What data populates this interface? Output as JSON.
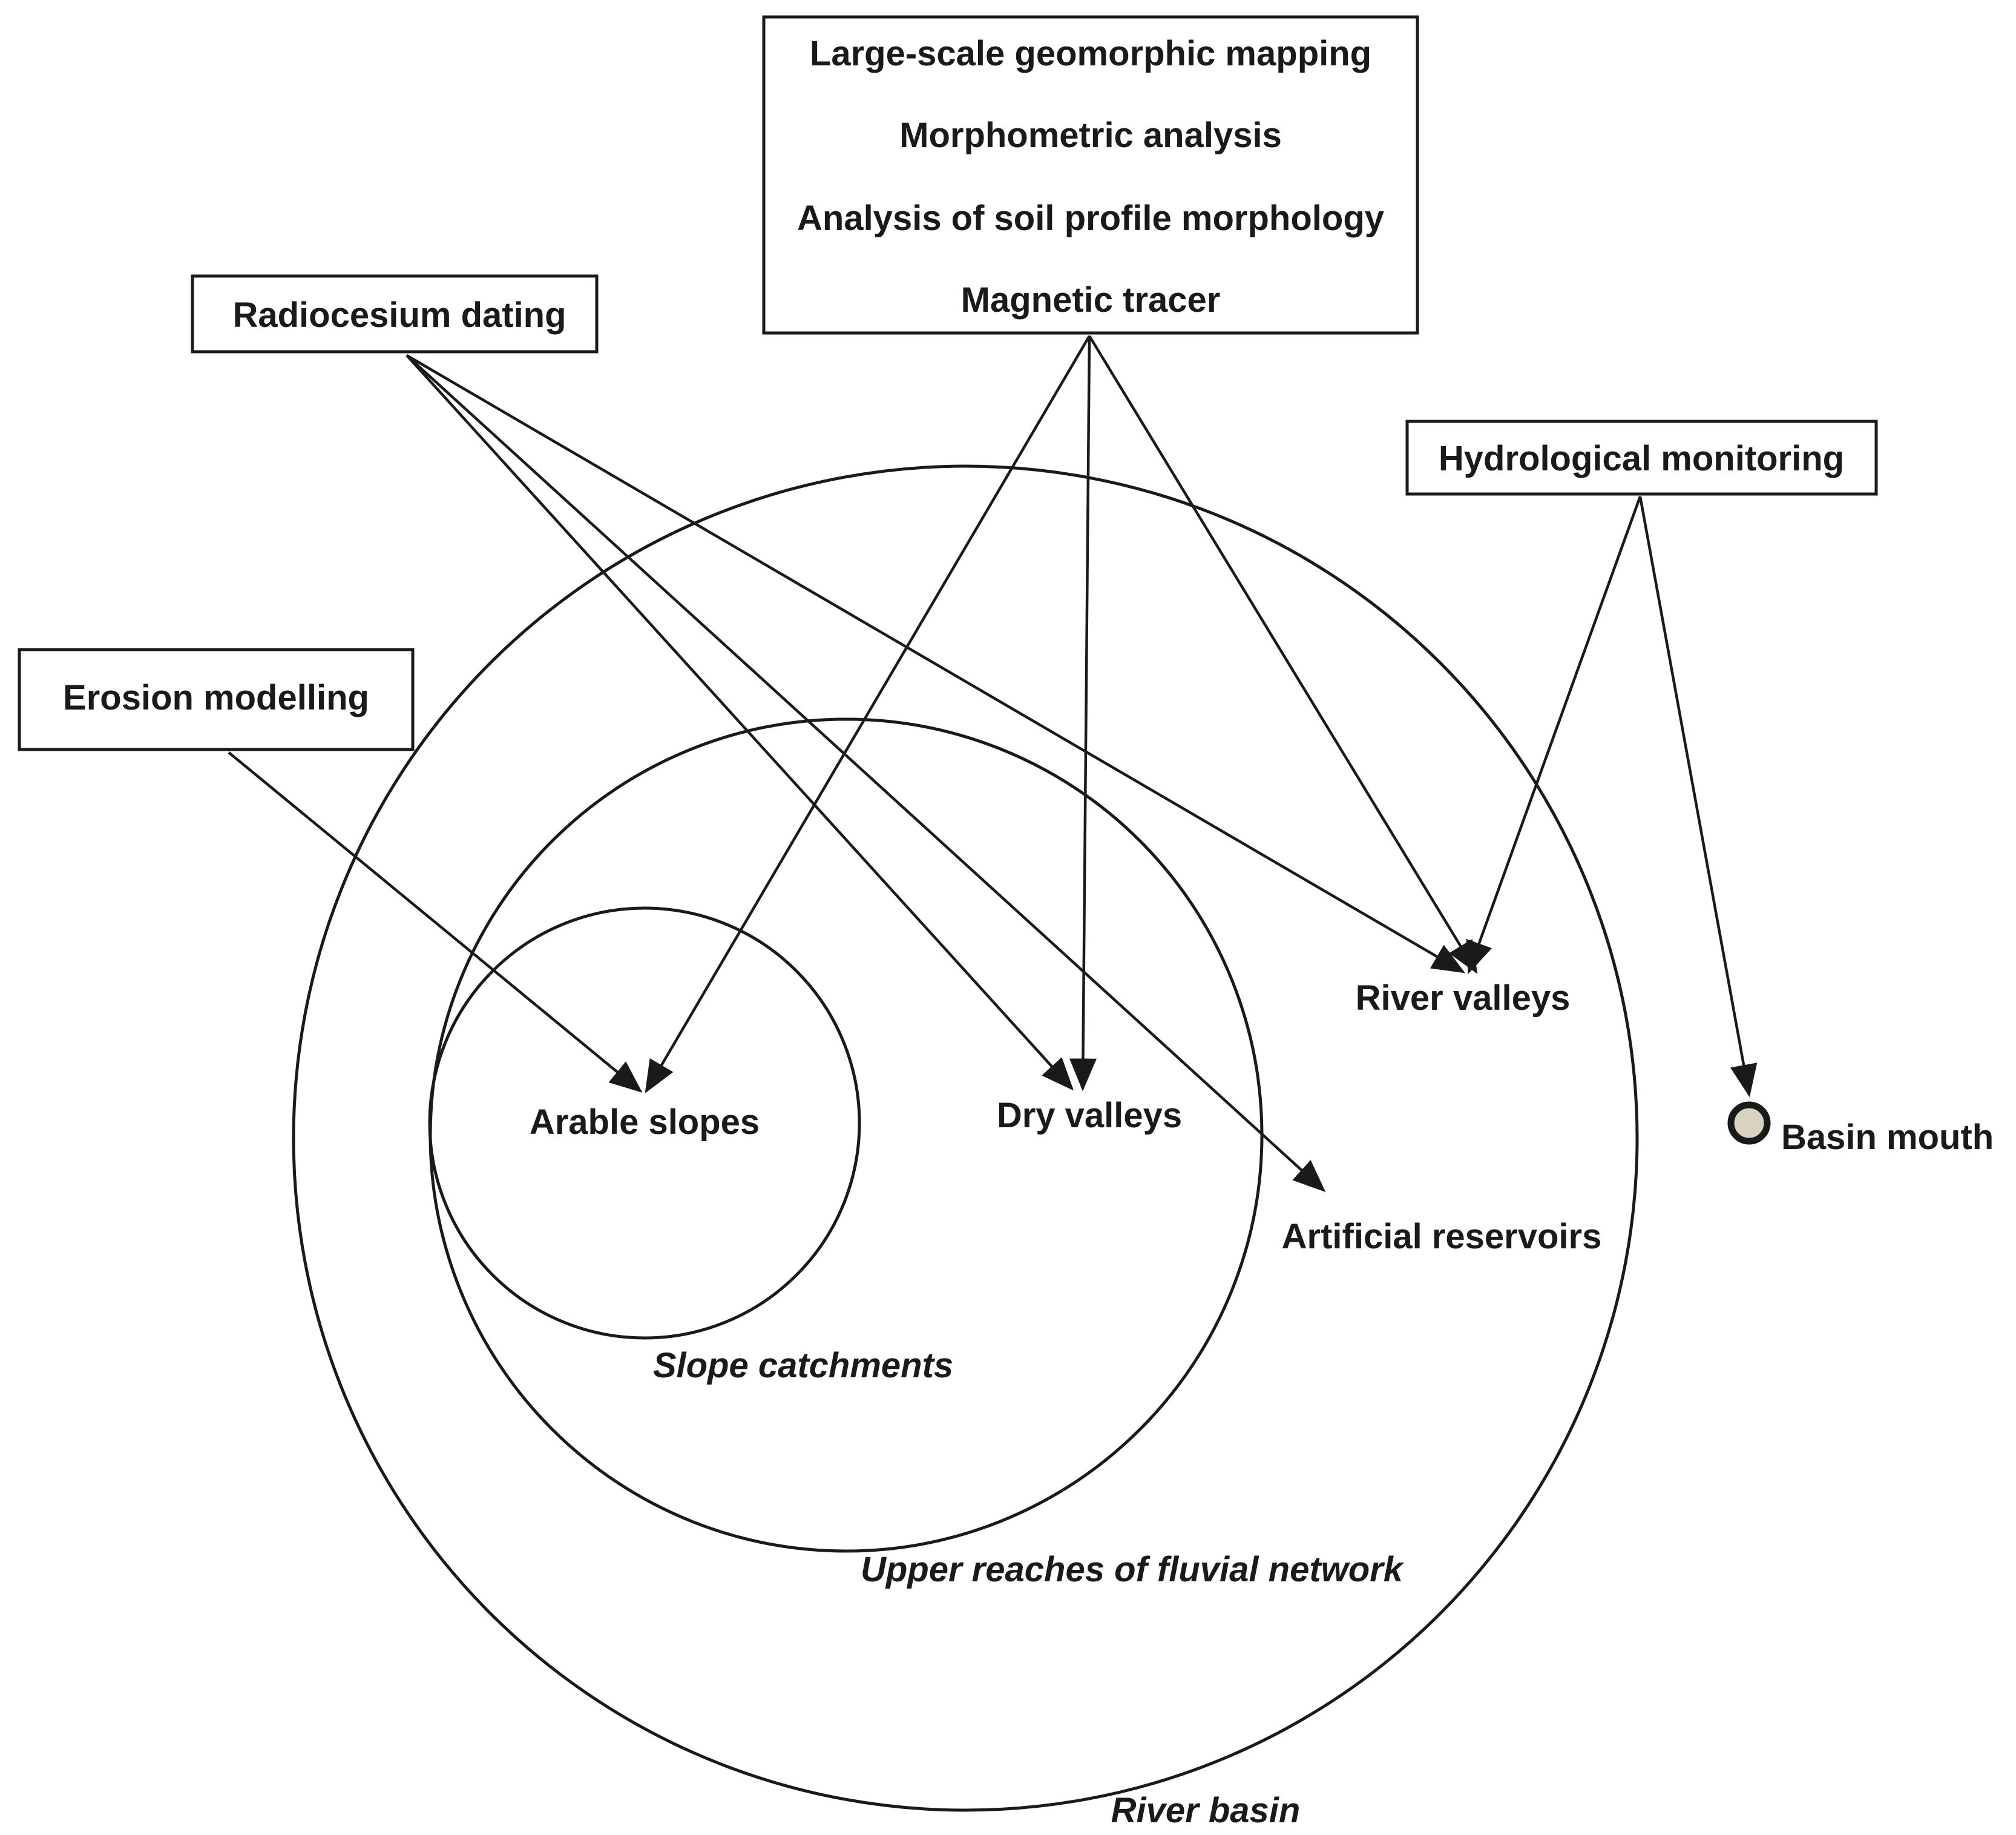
{
  "boxes": {
    "methods_top": {
      "lines": [
        "Large-scale geomorphic mapping",
        "Morphometric analysis",
        "Analysis of soil profile morphology",
        "Magnetic tracer"
      ]
    },
    "radiocesium": {
      "label": "Radiocesium dating"
    },
    "hydrological": {
      "label": "Hydrological monitoring"
    },
    "erosion": {
      "label": "Erosion modelling"
    }
  },
  "nodes": {
    "arable_slopes": "Arable slopes",
    "dry_valleys": "Dry valleys",
    "river_valleys": "River valleys",
    "artificial_reservoirs": "Artificial reservoirs",
    "basin_mouth": "Basin mouth"
  },
  "zones": {
    "slope_catchments": "Slope catchments",
    "upper_reaches": "Upper reaches of fluvial network",
    "river_basin": "River basin"
  },
  "connections": [
    {
      "from": "methods_top",
      "to": "arable_slopes"
    },
    {
      "from": "methods_top",
      "to": "dry_valleys"
    },
    {
      "from": "methods_top",
      "to": "river_valleys"
    },
    {
      "from": "radiocesium",
      "to": "dry_valleys"
    },
    {
      "from": "radiocesium",
      "to": "artificial_reservoirs"
    },
    {
      "from": "radiocesium",
      "to": "river_valleys"
    },
    {
      "from": "hydrological",
      "to": "river_valleys"
    },
    {
      "from": "hydrological",
      "to": "basin_mouth"
    },
    {
      "from": "erosion",
      "to": "arable_slopes"
    }
  ],
  "colors": {
    "stroke": "#1a1a1a",
    "text": "#1a1a1a",
    "mouth_fill": "#d8d2c0"
  }
}
